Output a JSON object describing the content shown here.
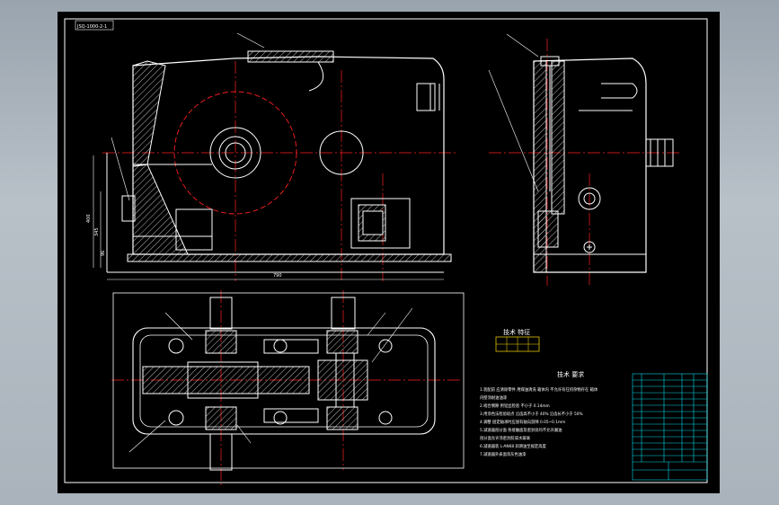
{
  "drawing": {
    "title_block_id": "JSQ-1000-2-1",
    "tech_spec_title": "技术 特征",
    "tech_req_title": "技术 要求",
    "tech_requirements": [
      "1.装配前  应清除零件  用煤油清洗  箱体内  不允许有任何杂物存在  箱体",
      "  内壁涂耐油油漆",
      "2.啮合侧隙  用铅丝检验  不小于 0.14mm",
      "3.用涂色法检验斑点  沿齿高不小于 40%  沿齿长不小于 50%",
      "4.调整  固定轴承时应留有轴向游隙 0.05~0.1mm",
      "5.减速器剖分面  各接触面及密封处均不允许漏油",
      "  剖分面允许涂密封胶或水玻璃",
      "6.减速器装  L-AN68 润滑油至规定高度",
      "7.减速器外表面涂灰色油漆"
    ],
    "dimensions": {
      "overall_length": "790",
      "height_a": "400",
      "height_b": "345",
      "height_c": "96"
    }
  },
  "colors": {
    "background": "#000000",
    "line_white": "#ffffff",
    "center_red": "#ff2020",
    "hatch": "#e8e8e8",
    "text_cyan": "#00e5ff",
    "text_yellow": "#ffe000",
    "table_cyan": "#00d8e8",
    "frame_grey": "#a8b0b8"
  }
}
